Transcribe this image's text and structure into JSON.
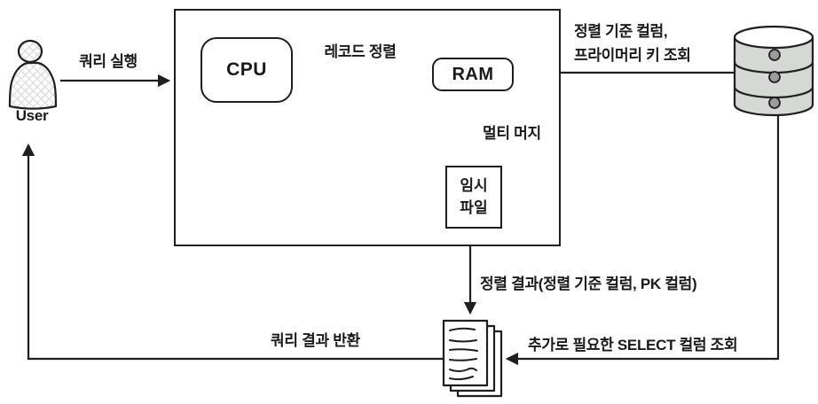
{
  "diagram": {
    "title_hint": "MySQL filesort query flow diagram",
    "user": {
      "label": "User"
    },
    "server_box": {
      "cpu_label": "CPU",
      "ram_label": "RAM",
      "temp_file_line1": "임시",
      "temp_file_line2": "파일"
    },
    "labels": {
      "query_exec": "쿼리 실행",
      "record_sort": "레코드 정렬",
      "multi_merge": "멀티 머지",
      "sort_key_lookup_line1": "정렬 기준 컬럼,",
      "sort_key_lookup_line2": "프라이머리 키 조회",
      "sort_result": "정렬 결과(정렬 기준 컬럼, PK 컬럼)",
      "query_result_return": "쿼리 결과 반환",
      "select_column_lookup": "추가로 필요한 SELECT 컬럼 조회"
    },
    "icons": {
      "user_icon": "person-icon",
      "database_icon": "database-cylinder-icon",
      "documents_icon": "documents-stack-icon"
    },
    "colors": {
      "line": "#1f1f1f",
      "db_body": "#d6d8d5",
      "db_dot": "#9b9b9b",
      "background": "#ffffff"
    }
  }
}
